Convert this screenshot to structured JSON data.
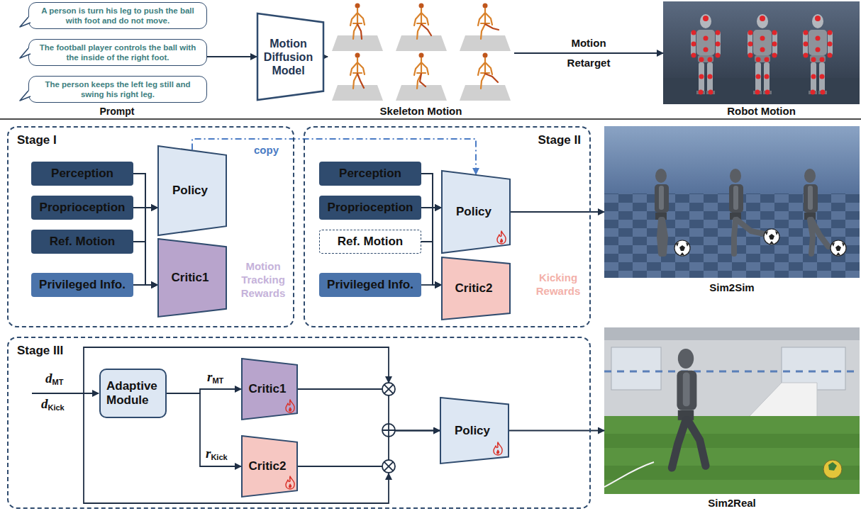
{
  "diagram": {
    "nodes": [
      {
        "text": [
          "A person is turn his leg to push the ball with foot and do not move."
        ]
      },
      {
        "text": [
          "The football player controls the ball with the inside of the right foot."
        ]
      },
      {
        "text": [
          "The person keeps the left leg still and swing his right leg."
        ]
      },
      {
        "text": [
          "Motion Diffusion Model"
        ]
      },
      {
        "text": [
          "Skeleton Motion"
        ]
      },
      {
        "text": [
          "Robot Motion"
        ]
      },
      {
        "text": [
          "Stage I"
        ]
      },
      {
        "text": [
          "Perception"
        ],
        "in": 6
      },
      {
        "text": [
          "Proprioception"
        ],
        "in": 6
      },
      {
        "text": [
          "Ref. Motion"
        ],
        "in": 6
      },
      {
        "text": [
          "Privileged Info."
        ],
        "in": 6
      },
      {
        "text": [
          "Policy"
        ],
        "in": 6
      },
      {
        "text": [
          "Critic1"
        ],
        "in": 6
      },
      {
        "text": [
          "Stage II"
        ]
      },
      {
        "text": [
          "Perception"
        ],
        "in": 13
      },
      {
        "text": [
          "Proprioception"
        ],
        "in": 13
      },
      {
        "text": [
          "Ref. Motion"
        ],
        "in": 13
      },
      {
        "text": [
          "Privileged Info."
        ],
        "in": 13
      },
      {
        "text": [
          "Policy"
        ],
        "in": 13
      },
      {
        "text": [
          "Critic2"
        ],
        "in": 13
      },
      {
        "text": [
          "Sim2Sim"
        ]
      },
      {
        "text": [
          "Stage III"
        ]
      },
      {
        "text": [
          "Adaptive Module"
        ],
        "in": 21
      },
      {
        "text": [
          "Critic1"
        ],
        "in": 21
      },
      {
        "text": [
          "Critic2"
        ],
        "in": 21
      },
      {
        "text": [
          "Policy"
        ],
        "in": 21
      },
      {
        "text": [
          "Sim2Real"
        ]
      }
    ],
    "edges": [
      {
        "from": 1,
        "to": 3,
        "arrow": "to"
      },
      {
        "from": 3,
        "to": 4,
        "arrow": "to"
      },
      {
        "from": 4,
        "to": 5,
        "arrow": "to",
        "label": "Motion Retarget"
      },
      {
        "from": 7,
        "to": 11,
        "arrow": "to"
      },
      {
        "from": 8,
        "to": 11,
        "arrow": "to"
      },
      {
        "from": 9,
        "to": 11,
        "arrow": "to"
      },
      {
        "from": 7,
        "to": 12,
        "arrow": "to"
      },
      {
        "from": 8,
        "to": 12,
        "arrow": "to"
      },
      {
        "from": 9,
        "to": 12,
        "arrow": "to"
      },
      {
        "from": 10,
        "to": 12,
        "arrow": "to"
      },
      {
        "from": 11,
        "to": 18,
        "arrow": "to",
        "label": "copy"
      },
      {
        "from": 14,
        "to": 18,
        "arrow": "to"
      },
      {
        "from": 15,
        "to": 18,
        "arrow": "to"
      },
      {
        "from": 16,
        "to": 18,
        "arrow": "to"
      },
      {
        "from": 14,
        "to": 19,
        "arrow": "to"
      },
      {
        "from": 15,
        "to": 19,
        "arrow": "to"
      },
      {
        "from": 16,
        "to": 19,
        "arrow": "to"
      },
      {
        "from": 17,
        "to": 19,
        "arrow": "to"
      },
      {
        "from": 18,
        "to": 20,
        "arrow": "to"
      },
      {
        "from": 22,
        "to": 23,
        "arrow": "to",
        "label": "rMT"
      },
      {
        "from": 22,
        "to": 24,
        "arrow": "to",
        "label": "rKick"
      },
      {
        "from": 23,
        "to": 25,
        "arrow": "to"
      },
      {
        "from": 24,
        "to": 25,
        "arrow": "to"
      },
      {
        "from": 25,
        "to": 26,
        "arrow": "to"
      }
    ],
    "labels": [
      "Prompt",
      "Motion Tracking Rewards",
      "Kicking Rewards",
      "dMT",
      "dKick"
    ]
  }
}
